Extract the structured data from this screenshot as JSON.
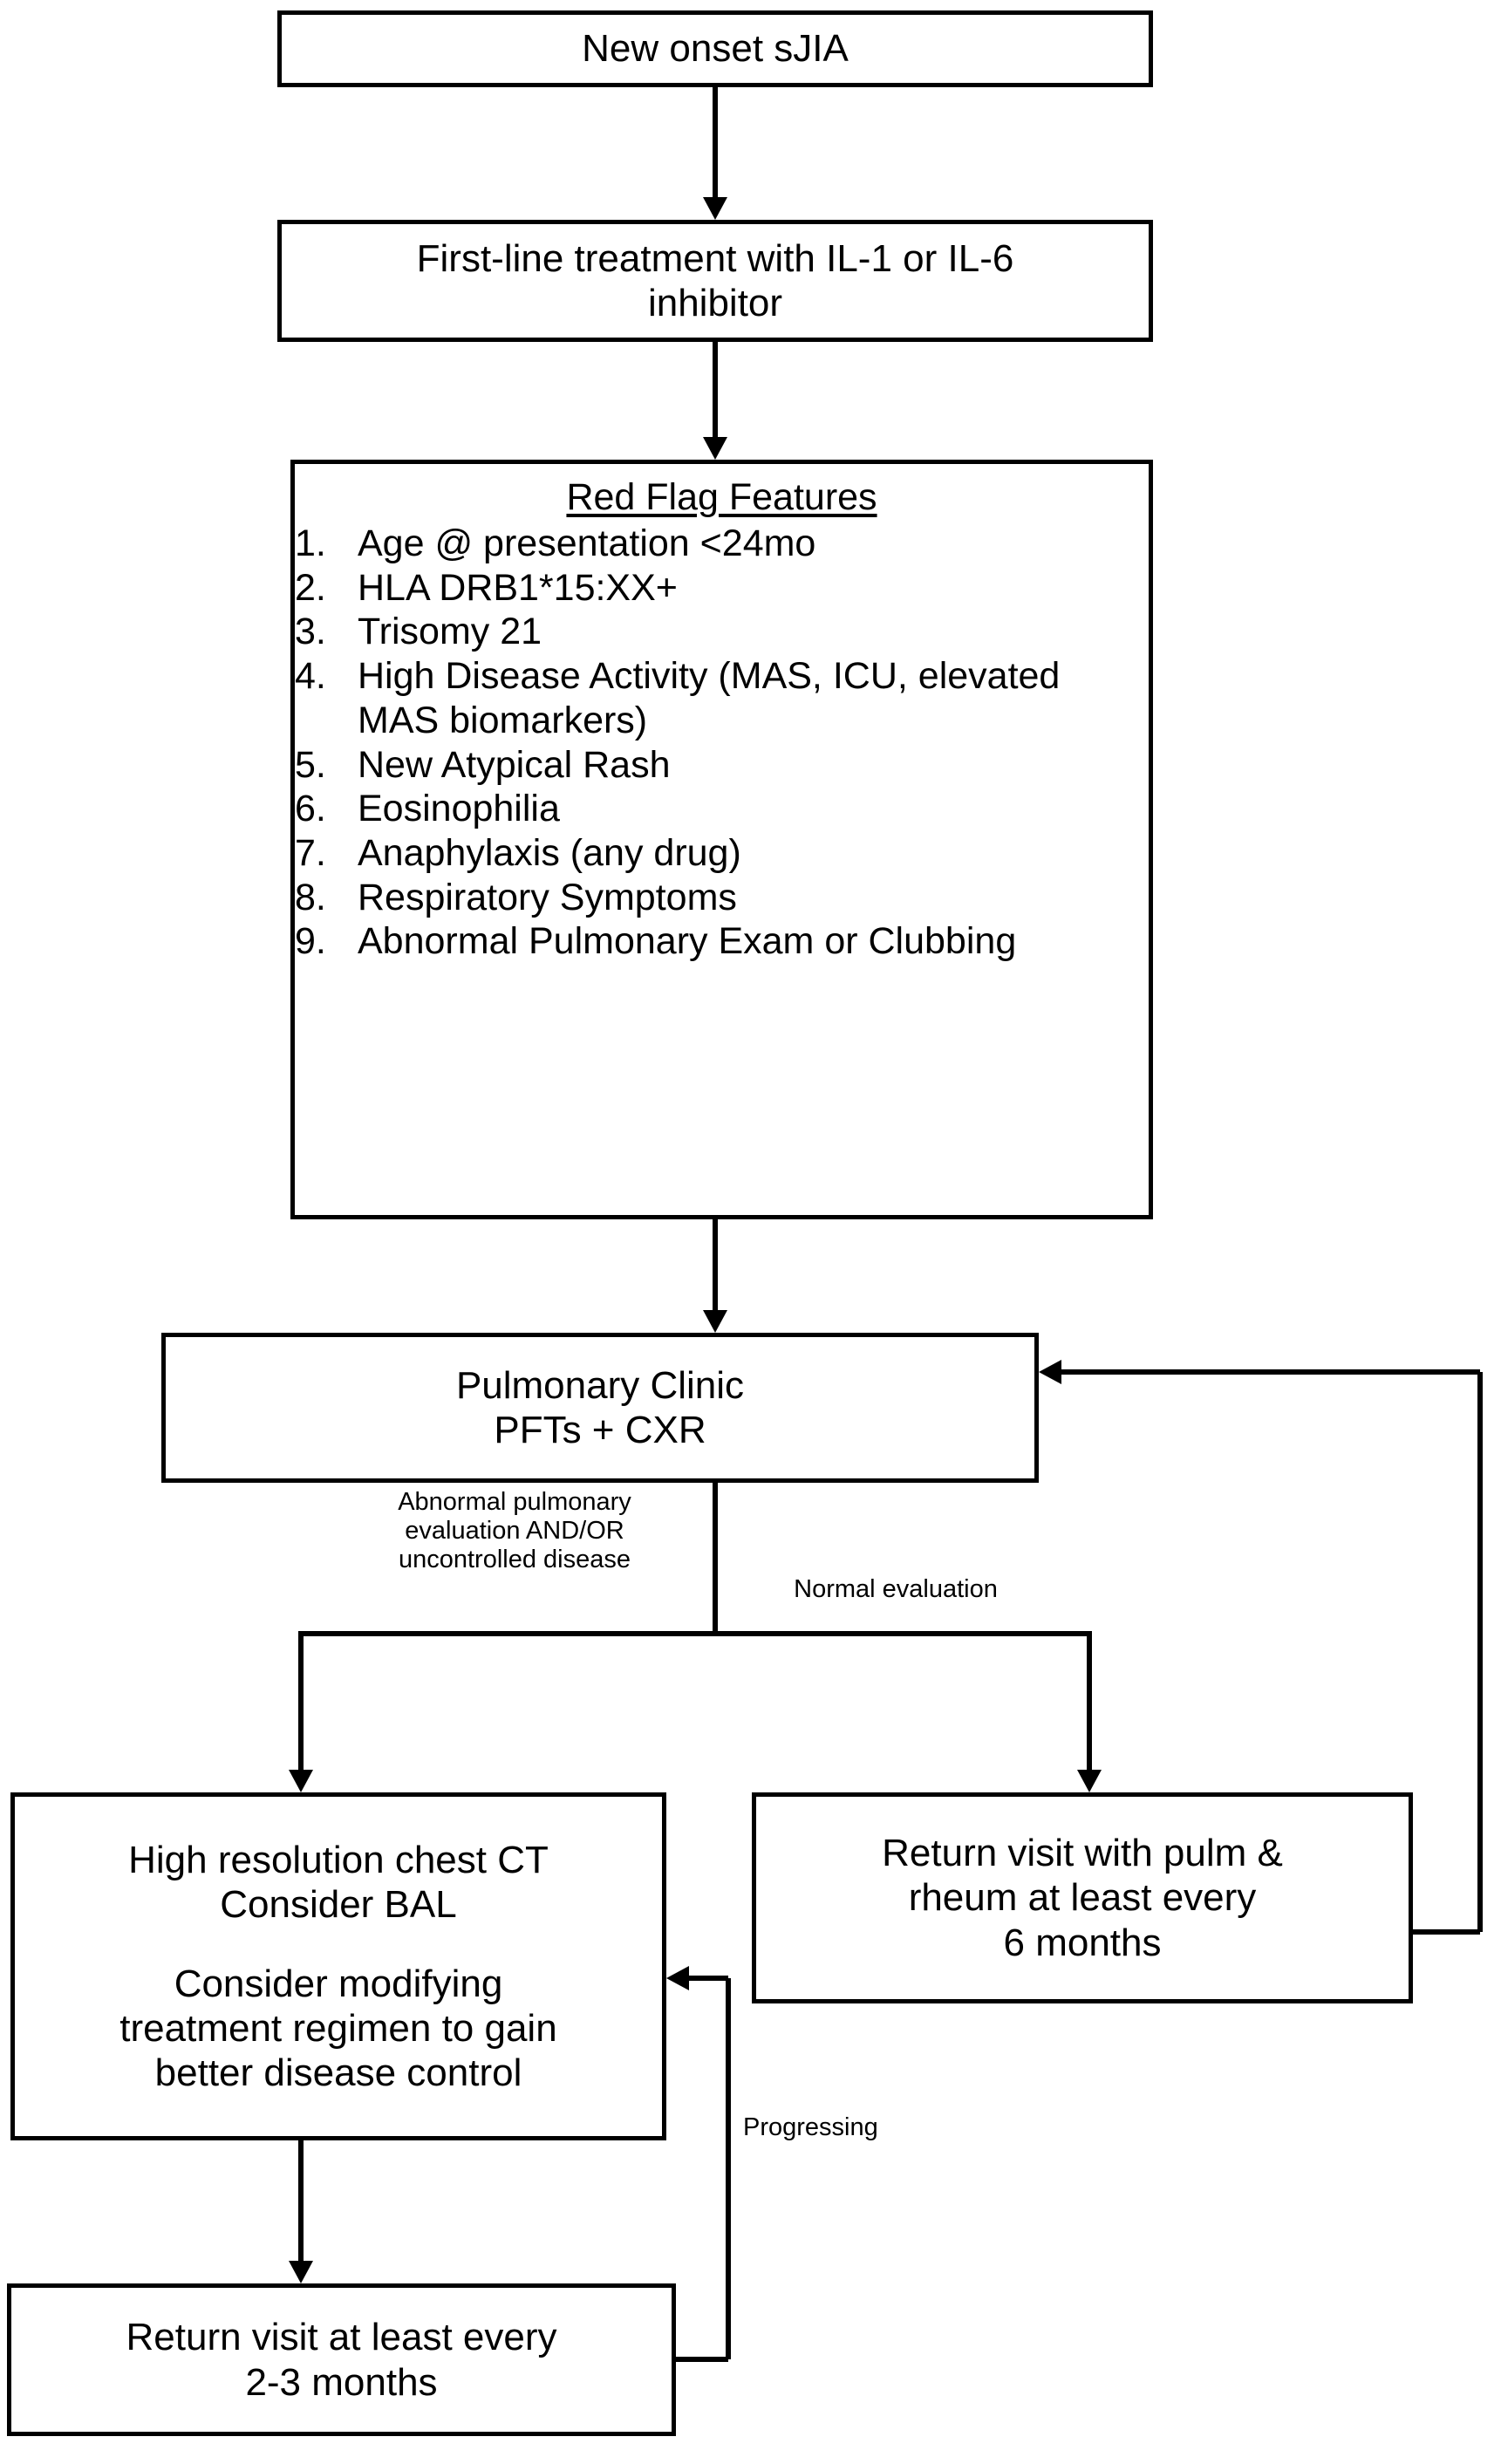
{
  "diagram": {
    "title": "sJIA pulmonary screening and monitoring algorithm",
    "stroke_color": "#000000",
    "background_color": "#ffffff"
  },
  "nodes": {
    "new_onset": {
      "label": "New onset sJIA"
    },
    "first_line": {
      "line1": "First-line treatment with IL-1 or IL-6",
      "line2": "inhibitor"
    },
    "red_flags": {
      "title": "Red Flag Features",
      "items": [
        {
          "num": "1.",
          "text": "Age @ presentation <24mo"
        },
        {
          "num": "2.",
          "text": "HLA DRB1*15:XX+"
        },
        {
          "num": "3.",
          "text": "Trisomy 21"
        },
        {
          "num": "4.",
          "text": "High Disease Activity (MAS, ICU, elevated MAS biomarkers)"
        },
        {
          "num": "5.",
          "text": "New Atypical Rash"
        },
        {
          "num": "6.",
          "text": "Eosinophilia"
        },
        {
          "num": "7.",
          "text": "Anaphylaxis (any drug)"
        },
        {
          "num": "8.",
          "text": "Respiratory Symptoms"
        },
        {
          "num": "9.",
          "text": "Abnormal Pulmonary Exam or Clubbing"
        }
      ]
    },
    "pulmonary_clinic": {
      "line1": "Pulmonary Clinic",
      "line2": "PFTs + CXR"
    },
    "hrct": {
      "line1": "High resolution chest CT",
      "line2": "Consider BAL",
      "line3": "",
      "line4": "Consider modifying",
      "line5": "treatment regimen to gain",
      "line6": "better disease control"
    },
    "return_6mo": {
      "line1": "Return visit with pulm &",
      "line2": "rheum at least every",
      "line3": "6 months"
    },
    "return_23mo": {
      "line1": "Return visit at least every",
      "line2": "2-3 months"
    }
  },
  "edge_labels": {
    "abnormal_branch": "Abnormal pulmonary\nevaluation AND/OR\nuncontrolled disease",
    "normal_branch": "Normal evaluation",
    "progressing": "Progressing"
  }
}
